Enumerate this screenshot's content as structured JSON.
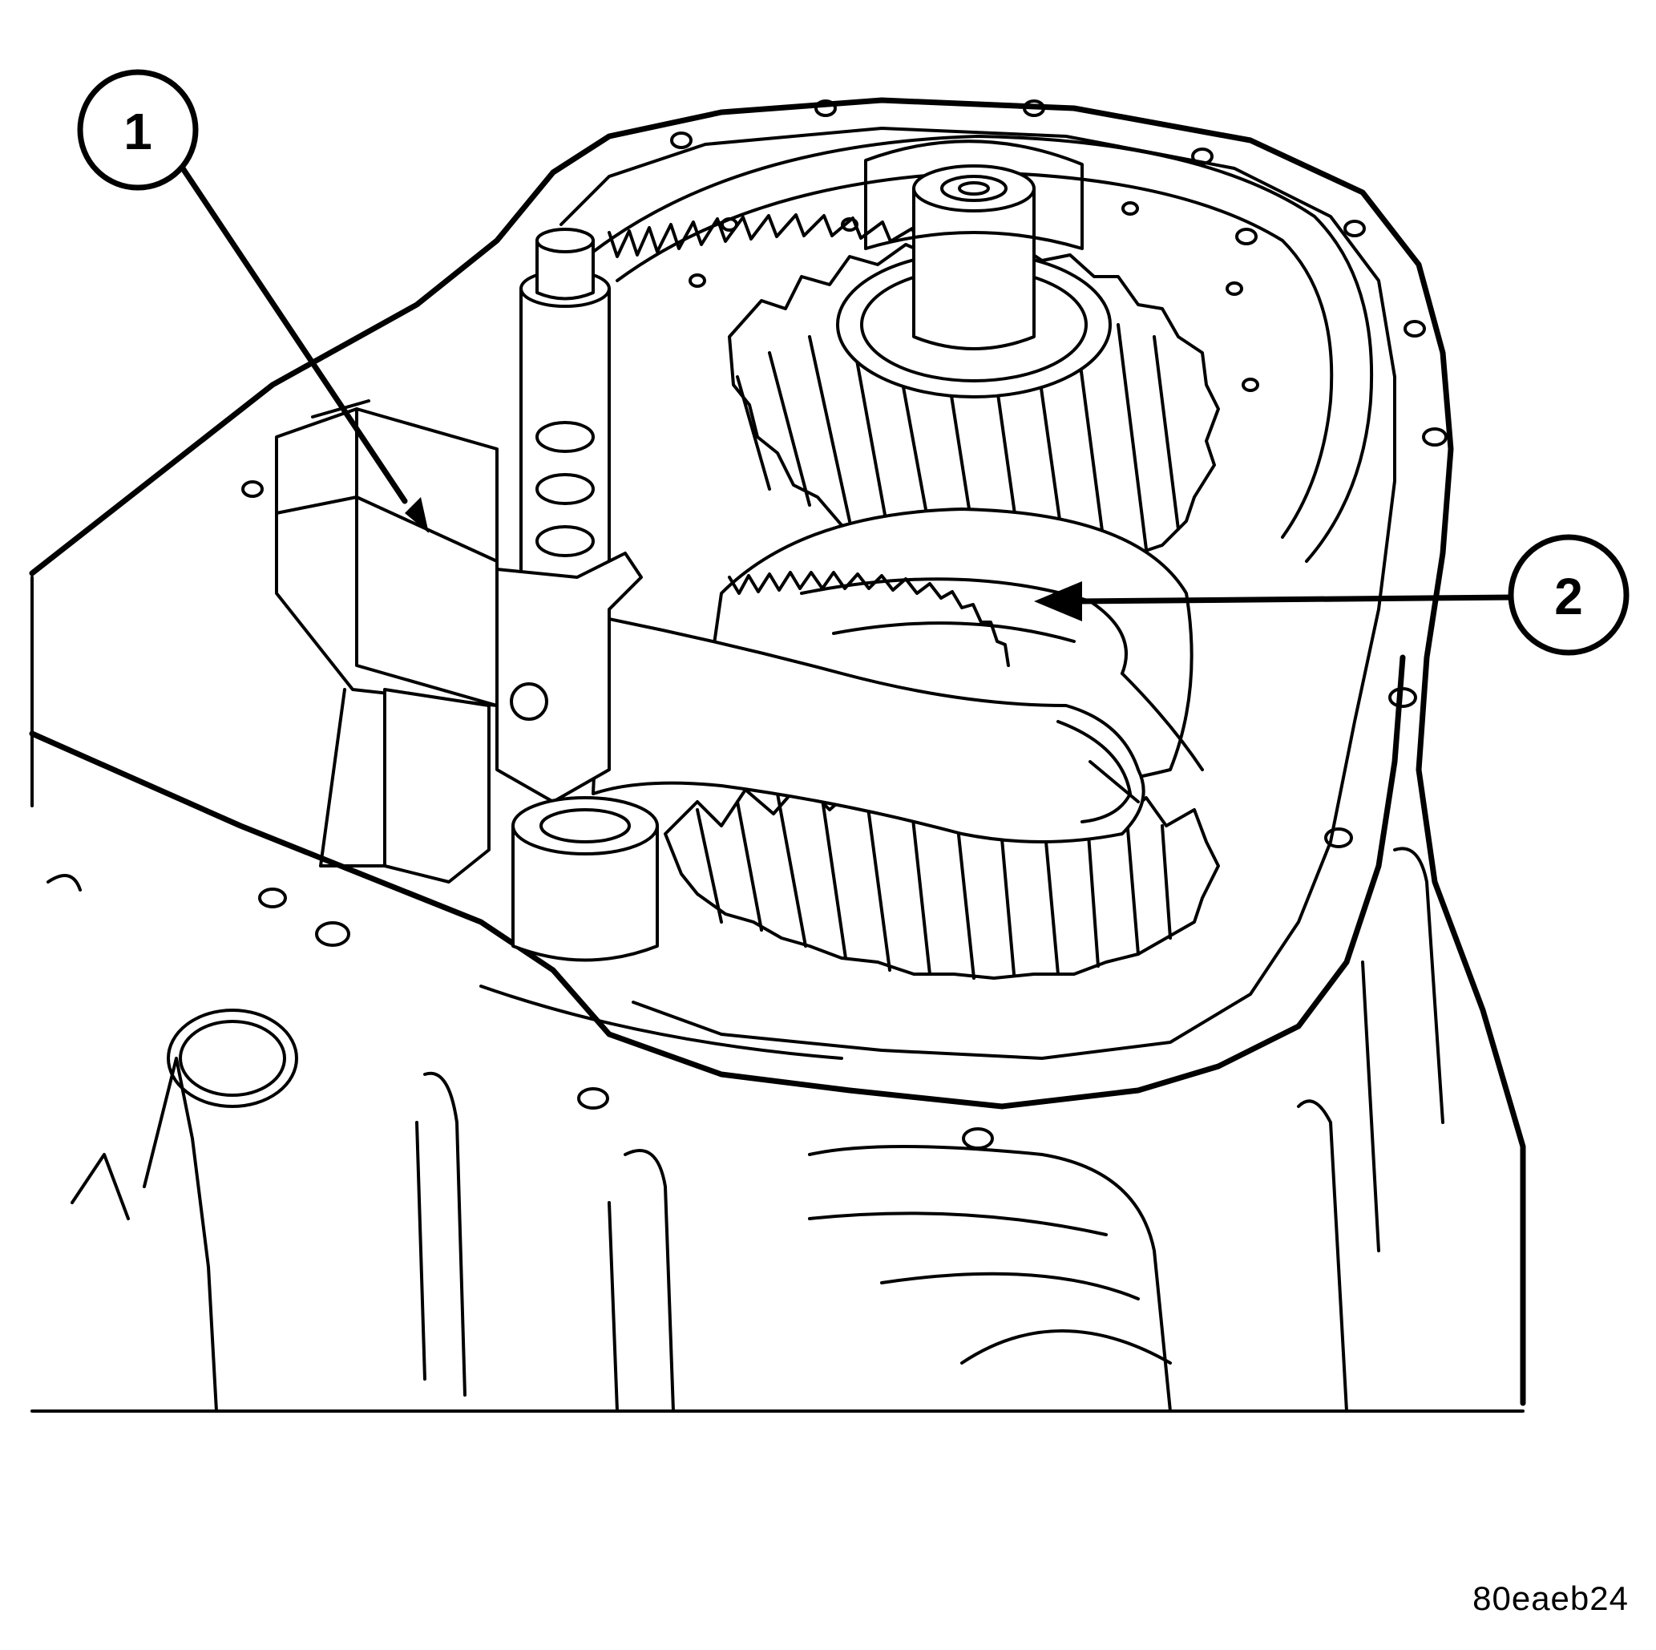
{
  "callouts": [
    {
      "label": "1"
    },
    {
      "label": "2"
    }
  ],
  "figure_code": "80eaeb24",
  "colors": {
    "line": "#000000",
    "background": "#ffffff"
  }
}
